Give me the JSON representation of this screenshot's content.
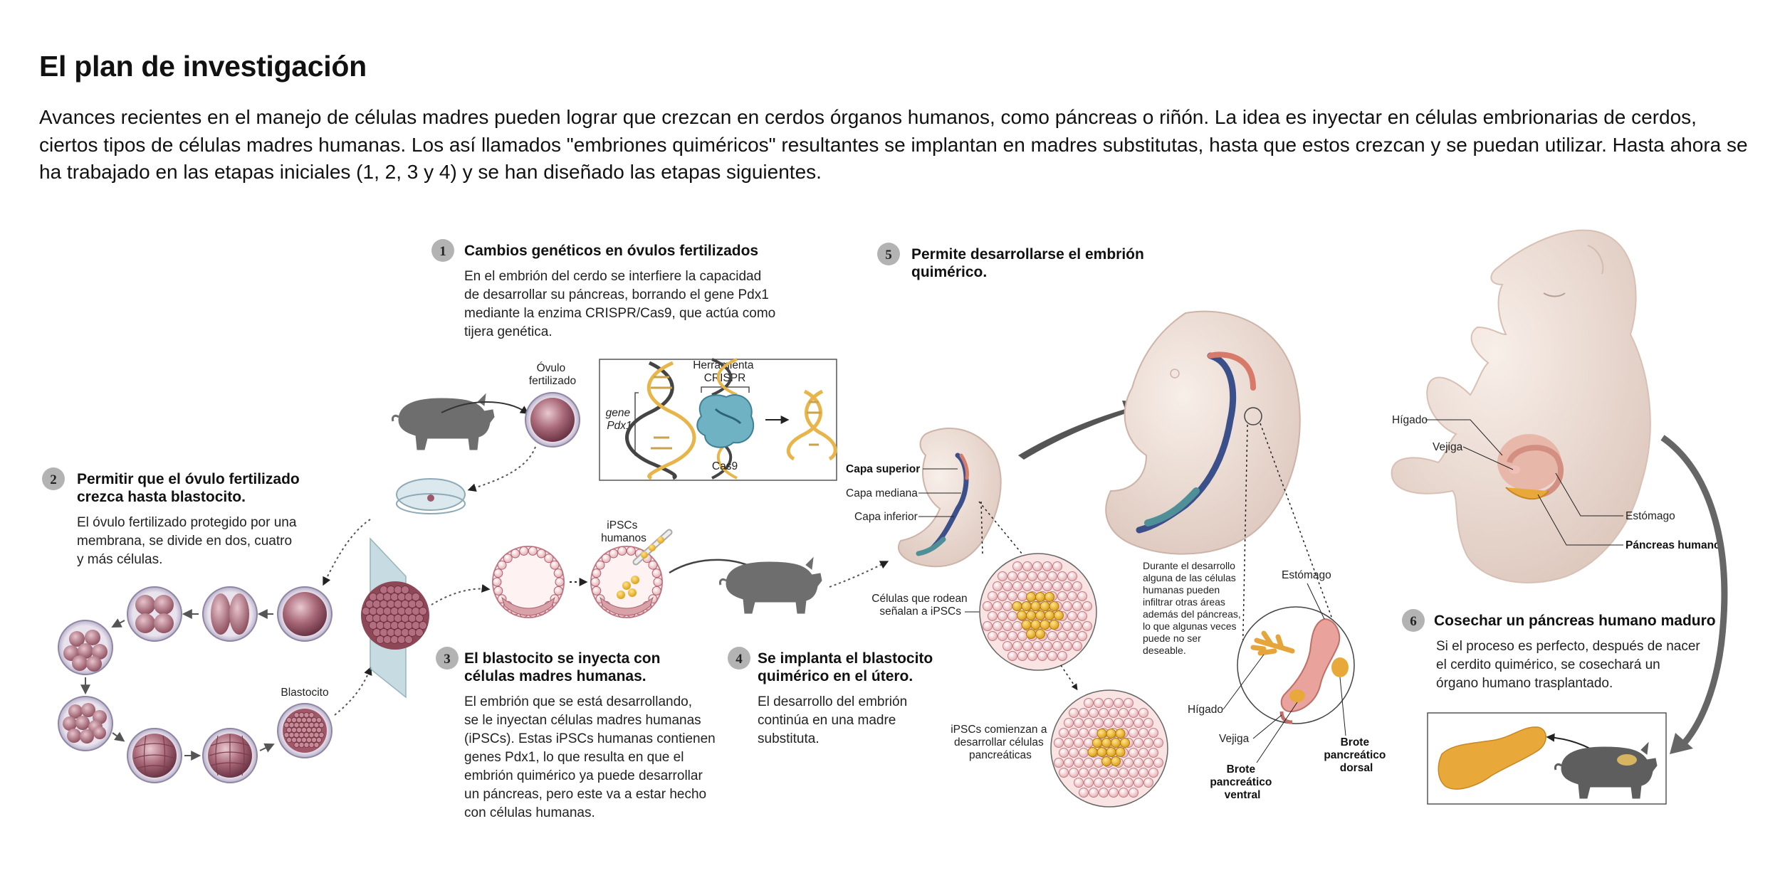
{
  "title": "El plan de investigación",
  "intro": "Avances recientes en el manejo de células madres pueden lograr que crezcan en cerdos órganos humanos, como páncreas o riñón. La idea es inyectar en células embrionarias de cerdos, ciertos tipos de células madres humanas. Los así llamados \"embriones quiméricos\" resultantes se implantan en madres substitutas, hasta que estos crezcan y se puedan utilizar. Hasta ahora se ha trabajado en las etapas iniciales (1, 2, 3 y 4) y se han diseñado las etapas siguientes.",
  "steps": [
    {
      "num": "1",
      "title": "Cambios genéticos en óvulos fertilizados",
      "body": [
        "En el embrión del cerdo se interfiere la capacidad",
        "de desarrollar su páncreas, borrando el gene Pdx1",
        "mediante la enzima CRISPR/Cas9, que actúa como",
        "tijera genética."
      ]
    },
    {
      "num": "2",
      "title": [
        "Permitir que el óvulo fertilizado",
        "crezca hasta blastocito."
      ],
      "body": [
        "El óvulo fertilizado protegido por una",
        "membrana, se divide en dos, cuatro",
        "y más células."
      ]
    },
    {
      "num": "3",
      "title": [
        "El blastocito se inyecta con",
        "células madres humanas."
      ],
      "body": [
        "El embrión que se está desarrollando,",
        "se le inyectan células madres humanas",
        "(iPSCs). Estas iPSCs humanas contienen",
        "genes Pdx1, lo que resulta en que el",
        "embrión quimérico ya puede desarrollar",
        "un páncreas, pero este va a estar hecho",
        "con células humanas."
      ]
    },
    {
      "num": "4",
      "title": [
        "Se implanta el blastocito",
        "quimérico en el útero."
      ],
      "body": [
        "El desarrollo del embrión",
        "continúa en una madre",
        "substituta."
      ]
    },
    {
      "num": "5",
      "title": [
        "Permite desarrollarse el embrión",
        "quimérico."
      ],
      "body": []
    },
    {
      "num": "6",
      "title": "Cosechar un páncreas humano maduro",
      "body": [
        "Si el proceso es perfecto, después de nacer",
        "el cerdito quimérico, se cosechará un",
        "órgano humano trasplantado."
      ]
    }
  ],
  "labels": {
    "ovulo": [
      "Óvulo",
      "fertilizado"
    ],
    "herramienta": [
      "Herramienta",
      "CRISPR"
    ],
    "gene": [
      "gene",
      "Pdx1"
    ],
    "cas9": "Cas9",
    "ipscs_humanos": [
      "iPSCs",
      "humanos"
    ],
    "blastocito": "Blastocito",
    "capa_superior": "Capa superior",
    "capa_mediana": "Capa mediana",
    "capa_inferior": "Capa inferior",
    "celulas_rodean": [
      "Células que rodean",
      "señalan a iPSCs"
    ],
    "ipscs_comienzan": [
      "iPSCs comienzan a",
      "desarrollar células",
      "pancreáticas"
    ],
    "durante": [
      "Durante el desarrollo",
      "alguna de las células",
      "humanas pueden",
      "infiltrar otras áreas",
      "además del páncreas,",
      "lo que algunas veces",
      "puede no ser",
      "deseable."
    ],
    "estomago_zoom": "Estómago",
    "higado_zoom": "Hígado",
    "vejiga_zoom": "Vejiga",
    "brote_ventral": [
      "Brote",
      "pancreático",
      "ventral"
    ],
    "brote_dorsal": [
      "Brote",
      "pancreático",
      "dorsal"
    ],
    "higado": "Hígado",
    "vejiga": "Vejiga",
    "estomago": "Estómago",
    "pancreas_humano": "Páncreas humano"
  },
  "colors": {
    "cell": "#9a5a6a",
    "pig": "#6e6e6e",
    "dna_gold": "#e7b54a",
    "cas9": "#5fa6b8",
    "embryo": "#ecdcd4",
    "pancreas": "#e8a93a",
    "human_cells": "#e6b21f"
  }
}
